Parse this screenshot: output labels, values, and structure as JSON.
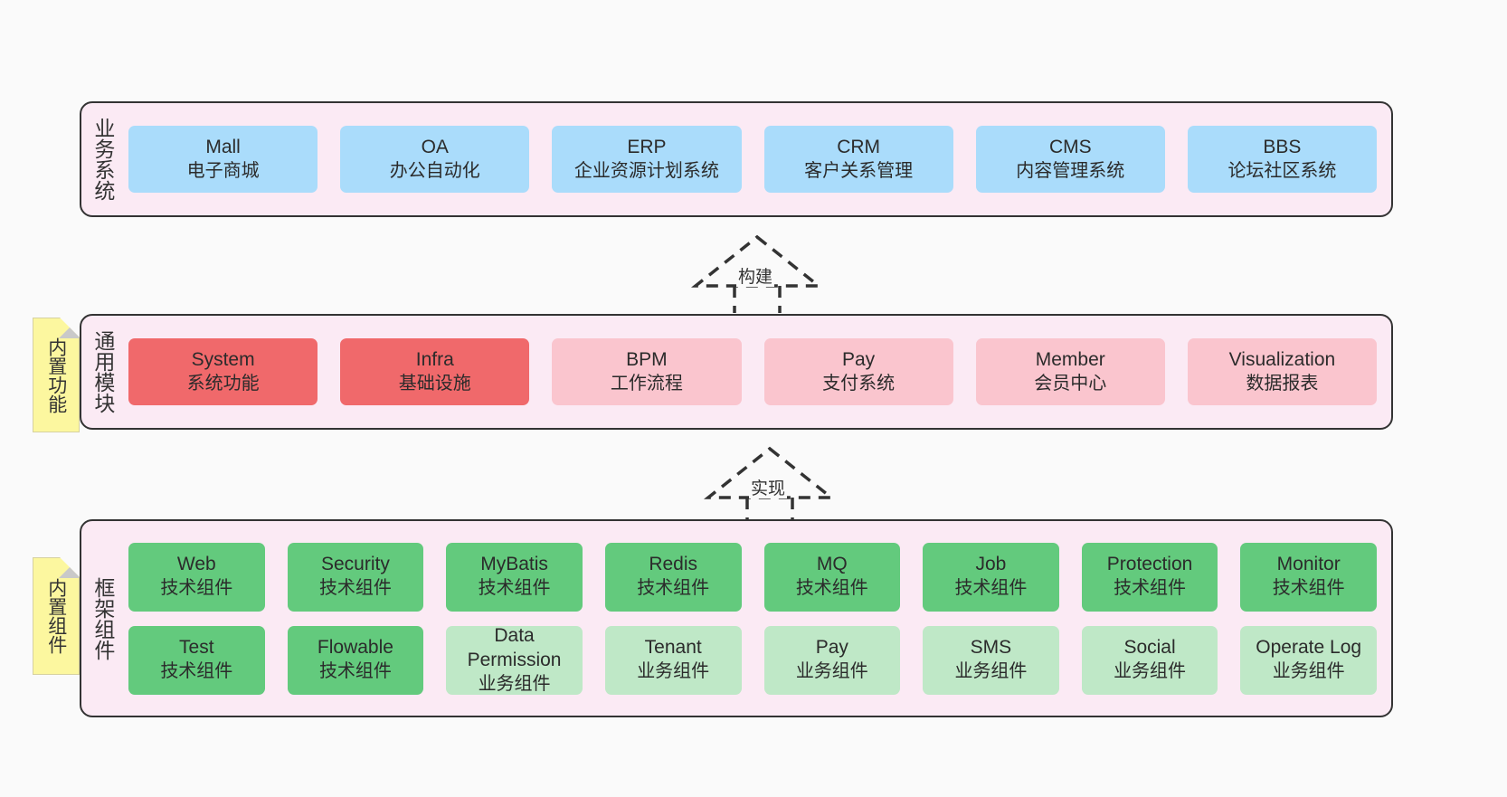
{
  "diagram": {
    "background": "#fafafa",
    "layers": [
      {
        "id": "business",
        "title": "业务系统",
        "accent": "#aadcfb",
        "rows": [
          [
            {
              "name": "Mall",
              "desc": "电子商城",
              "style": "blue"
            },
            {
              "name": "OA",
              "desc": "办公自动化",
              "style": "blue"
            },
            {
              "name": "ERP",
              "desc": "企业资源计划系统",
              "style": "blue"
            },
            {
              "name": "CRM",
              "desc": "客户关系管理",
              "style": "blue"
            },
            {
              "name": "CMS",
              "desc": "内容管理系统",
              "style": "blue"
            },
            {
              "name": "BBS",
              "desc": "论坛社区系统",
              "style": "blue"
            }
          ]
        ]
      },
      {
        "id": "common",
        "title": "通用模块",
        "accent": "#f0696b",
        "note": "内置功能",
        "rows": [
          [
            {
              "name": "System",
              "desc": "系统功能",
              "style": "red"
            },
            {
              "name": "Infra",
              "desc": "基础设施",
              "style": "red"
            },
            {
              "name": "BPM",
              "desc": "工作流程",
              "style": "pink"
            },
            {
              "name": "Pay",
              "desc": "支付系统",
              "style": "pink"
            },
            {
              "name": "Member",
              "desc": "会员中心",
              "style": "pink"
            },
            {
              "name": "Visualization",
              "desc": "数据报表",
              "style": "pink"
            }
          ]
        ]
      },
      {
        "id": "framework",
        "title": "框架组件",
        "accent": "#63ca7d",
        "note": "内置组件",
        "rows": [
          [
            {
              "name": "Web",
              "desc": "技术组件",
              "style": "green"
            },
            {
              "name": "Security",
              "desc": "技术组件",
              "style": "green"
            },
            {
              "name": "MyBatis",
              "desc": "技术组件",
              "style": "green"
            },
            {
              "name": "Redis",
              "desc": "技术组件",
              "style": "green"
            },
            {
              "name": "MQ",
              "desc": "技术组件",
              "style": "green"
            },
            {
              "name": "Job",
              "desc": "技术组件",
              "style": "green"
            },
            {
              "name": "Protection",
              "desc": "技术组件",
              "style": "green"
            },
            {
              "name": "Monitor",
              "desc": "技术组件",
              "style": "green"
            }
          ],
          [
            {
              "name": "Test",
              "desc": "技术组件",
              "style": "green"
            },
            {
              "name": "Flowable",
              "desc": "技术组件",
              "style": "green"
            },
            {
              "name": "Data Permission",
              "desc": "业务组件",
              "style": "greenlite",
              "wrap": true
            },
            {
              "name": "Tenant",
              "desc": "业务组件",
              "style": "greenlite"
            },
            {
              "name": "Pay",
              "desc": "业务组件",
              "style": "greenlite"
            },
            {
              "name": "SMS",
              "desc": "业务组件",
              "style": "greenlite"
            },
            {
              "name": "Social",
              "desc": "业务组件",
              "style": "greenlite"
            },
            {
              "name": "Operate Log",
              "desc": "业务组件",
              "style": "greenlite"
            }
          ]
        ]
      }
    ],
    "connectors": [
      {
        "id": "build",
        "label": "构建",
        "from": "common",
        "to": "business",
        "style": "dashed-generalization"
      },
      {
        "id": "impl",
        "label": "实现",
        "from": "framework",
        "to": "common",
        "style": "dashed-generalization"
      }
    ]
  }
}
